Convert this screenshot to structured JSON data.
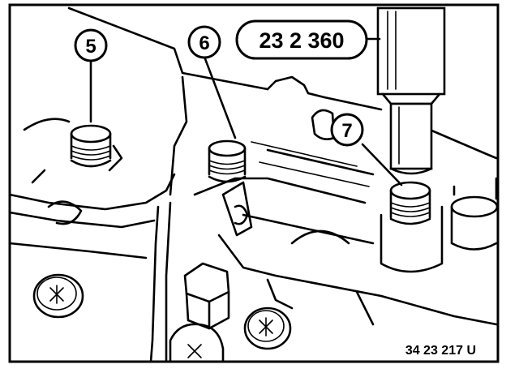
{
  "diagram": {
    "callouts": [
      {
        "id": "5",
        "label": "5"
      },
      {
        "id": "6",
        "label": "6"
      },
      {
        "id": "7",
        "label": "7"
      }
    ],
    "tool_number": "23 2 360",
    "figure_reference": "34 23 217 U",
    "colors": {
      "ink": "#000000",
      "paper": "#ffffff"
    }
  }
}
